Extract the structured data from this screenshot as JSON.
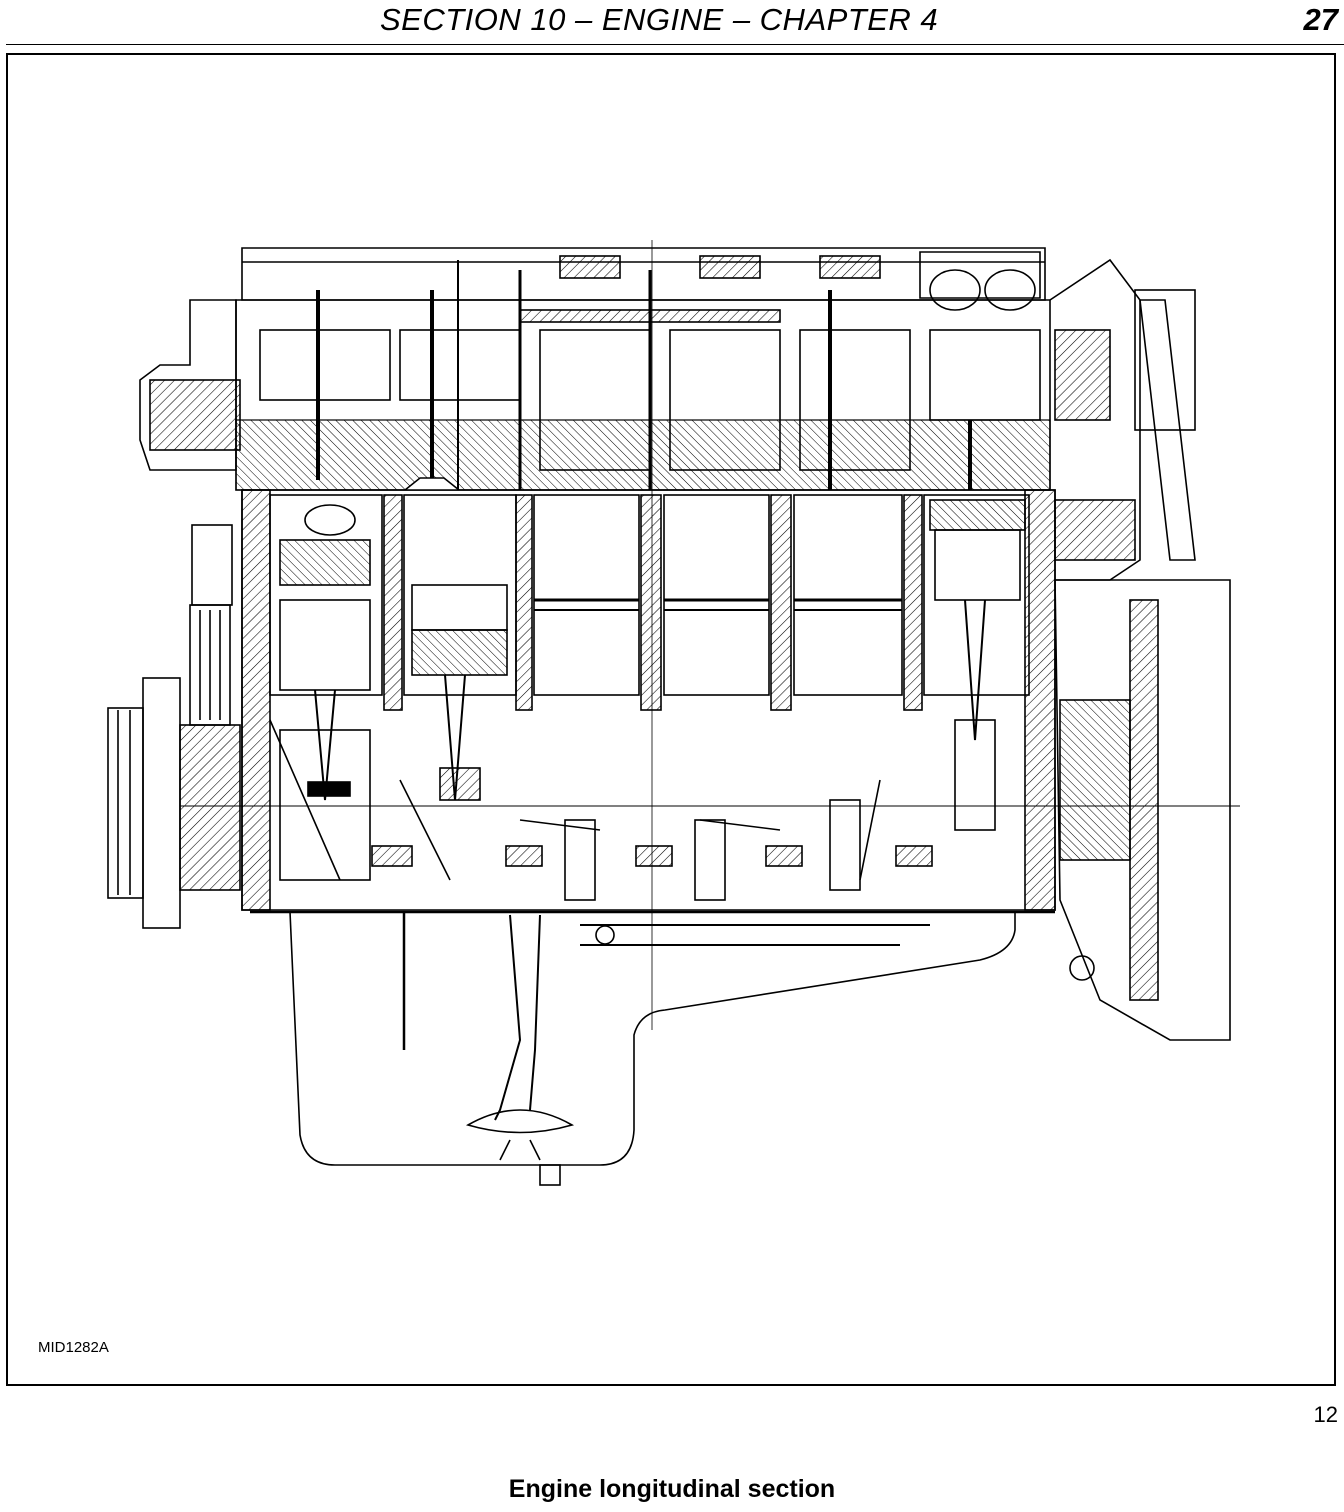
{
  "header": {
    "section_title": "SECTION 10 – ENGINE – CHAPTER 4",
    "page_number": "27"
  },
  "figure": {
    "code": "MID1282A",
    "number": "12",
    "caption": "Engine longitudinal section"
  },
  "style": {
    "line_color": "#000000",
    "background": "#ffffff"
  }
}
